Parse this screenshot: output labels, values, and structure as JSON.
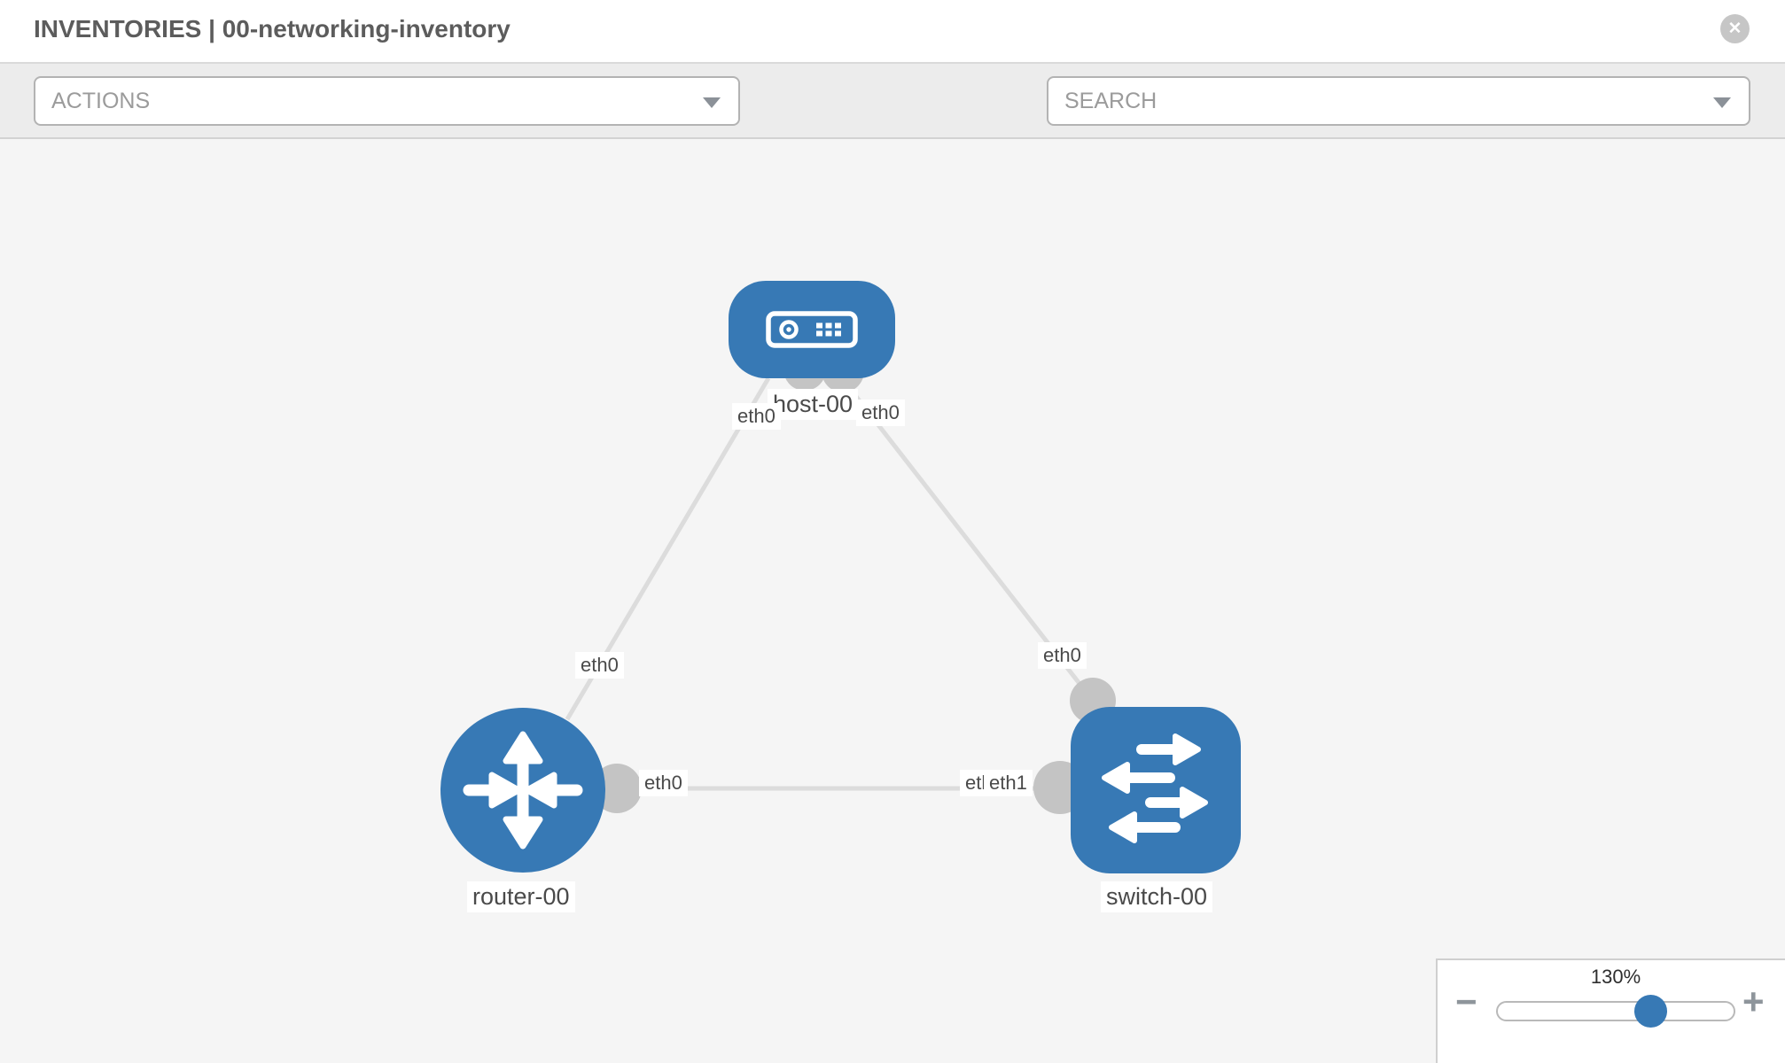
{
  "header": {
    "title": "INVENTORIES | 00-networking-inventory",
    "close_glyph": "✕"
  },
  "toolbar": {
    "actions_label": "ACTIONS",
    "search_label": "SEARCH",
    "icons": [
      "wrench-icon",
      "key-icon"
    ]
  },
  "topology": {
    "nodes": [
      {
        "id": "host-00",
        "type": "host",
        "label": "host-00"
      },
      {
        "id": "router-00",
        "type": "router",
        "label": "router-00"
      },
      {
        "id": "switch-00",
        "type": "switch",
        "label": "switch-00"
      }
    ],
    "links": [
      {
        "from": "host-00",
        "from_interface": "eth0",
        "to": "router-00",
        "to_interface": "eth0"
      },
      {
        "from": "host-00",
        "from_interface": "eth0",
        "to": "switch-00",
        "to_interface": "eth0"
      },
      {
        "from": "router-00",
        "from_interface": "eth0",
        "to": "switch-00",
        "to_interface": "eth1"
      }
    ],
    "interface_labels": {
      "host_router_at_host": "eth0",
      "host_router_at_router": "eth0",
      "host_switch_at_host": "eth0",
      "host_switch_at_switch": "eth0",
      "router_switch_at_router": "eth0",
      "router_switch_at_switch_under": "eth0",
      "router_switch_at_switch": "eth1"
    }
  },
  "zoom_control": {
    "level": "130%",
    "minus_glyph": "−",
    "plus_glyph": "+"
  },
  "colors": {
    "node_blue": "#3779b5",
    "link_gray": "#dcdcdc",
    "port_gray": "#c4c4c4",
    "canvas_bg": "#f5f5f5",
    "toolbar_bg": "#ececec"
  }
}
